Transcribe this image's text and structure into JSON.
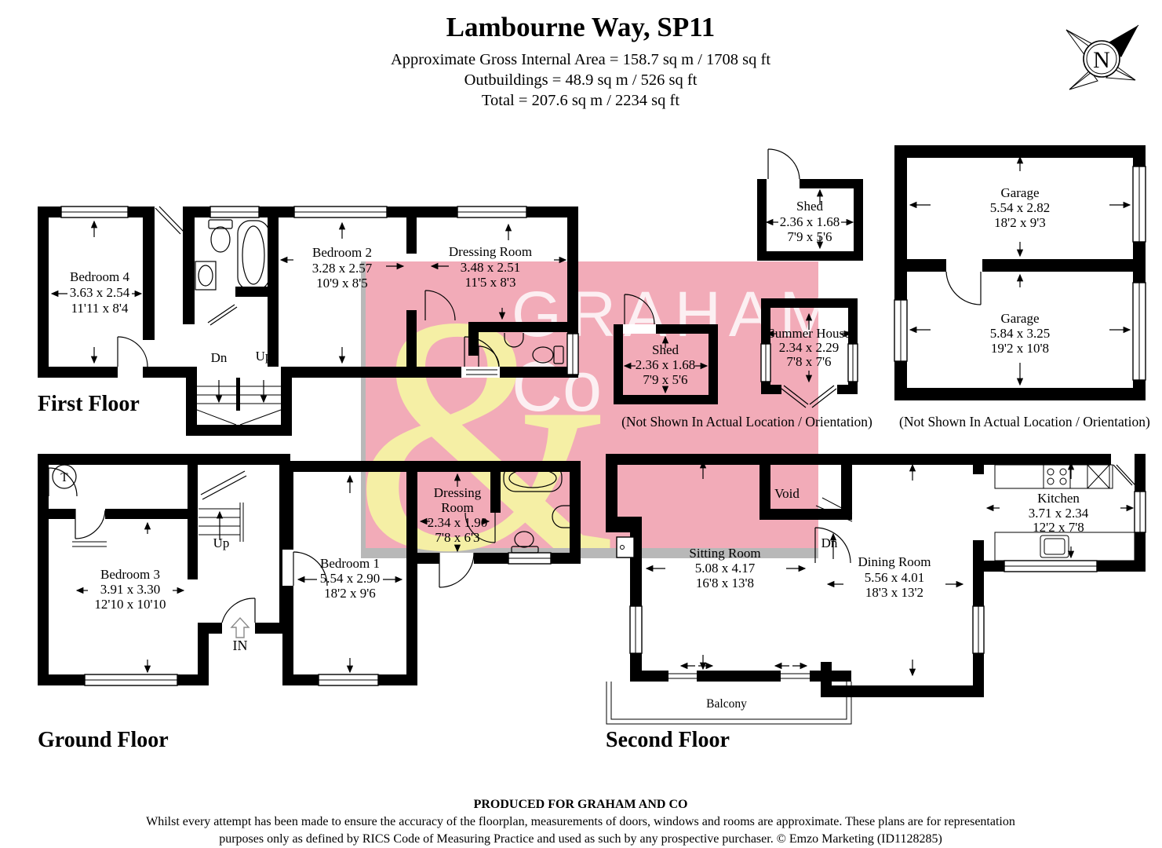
{
  "header": {
    "title": "Lambourne Way, SP11",
    "area": "Approximate Gross Internal Area = 158.7 sq m / 1708 sq ft",
    "outbuildings": "Outbuildings = 48.9 sq m / 526 sq ft",
    "total": "Total = 207.6 sq m / 2234 sq ft"
  },
  "compass": {
    "letter": "N"
  },
  "watermark": {
    "brand": "GRAHAM",
    "brand2": "Co",
    "ampersand": "&",
    "pink": "#f2abb8",
    "yellow": "#f5efa5",
    "gray": "#b8b8b8"
  },
  "floors": {
    "first": {
      "label": "First Floor",
      "dn": "Dn",
      "up": "Up",
      "rooms": [
        {
          "name": "Bedroom 4",
          "metric": "3.63 x 2.54",
          "imperial": "11'11 x 8'4"
        },
        {
          "name": "Bedroom 2",
          "metric": "3.28 x 2.57",
          "imperial": "10'9 x 8'5"
        },
        {
          "name": "Dressing Room",
          "metric": "3.48 x 2.51",
          "imperial": "11'5 x 8'3"
        }
      ]
    },
    "ground": {
      "label": "Ground Floor",
      "up": "Up",
      "entrance": "IN",
      "tank": "T",
      "rooms": [
        {
          "name": "Bedroom 3",
          "metric": "3.91 x 3.30",
          "imperial": "12'10 x 10'10"
        },
        {
          "name": "Bedroom 1",
          "metric": "5.54 x 2.90",
          "imperial": "18'2 x 9'6"
        }
      ],
      "dressing": {
        "line1": "Dressing",
        "line2": "Room",
        "metric": "2.34 x 1.90",
        "imperial": "7'8 x 6'3"
      }
    },
    "second": {
      "label": "Second Floor",
      "void": "Void",
      "dn": "Dn",
      "balcony": "Balcony",
      "rooms": [
        {
          "name": "Sitting Room",
          "metric": "5.08 x 4.17",
          "imperial": "16'8 x 13'8"
        },
        {
          "name": "Dining Room",
          "metric": "5.56 x 4.01",
          "imperial": "18'3 x 13'2"
        },
        {
          "name": "Kitchen",
          "metric": "3.71 x 2.34",
          "imperial": "12'2 x 7'8"
        }
      ]
    }
  },
  "outbuildings": {
    "shed1": {
      "name": "Shed",
      "metric": "2.36 x 1.68",
      "imperial": "7'9 x 5'6"
    },
    "shed2": {
      "name": "Shed",
      "metric": "2.36 x 1.68",
      "imperial": "7'9 x 5'6"
    },
    "summer_house": {
      "name": "Summer House",
      "metric": "2.34 x 2.29",
      "imperial": "7'8 x 7'6"
    },
    "garage1": {
      "name": "Garage",
      "metric": "5.54 x 2.82",
      "imperial": "18'2 x 9'3"
    },
    "garage2": {
      "name": "Garage",
      "metric": "5.84 x 3.25",
      "imperial": "19'2 x 10'8"
    },
    "not_shown_note": "(Not Shown In Actual Location / Orientation)"
  },
  "footer": {
    "line1": "PRODUCED FOR GRAHAM AND CO",
    "line2": "Whilst every attempt has been made to ensure the accuracy of the floorplan, measurements of doors, windows and rooms are approximate. These plans are for representation",
    "line3": "purposes only as defined by RICS Code of Measuring Practice and used as such by any prospective purchaser. © Emzo Marketing (ID1128285)"
  }
}
